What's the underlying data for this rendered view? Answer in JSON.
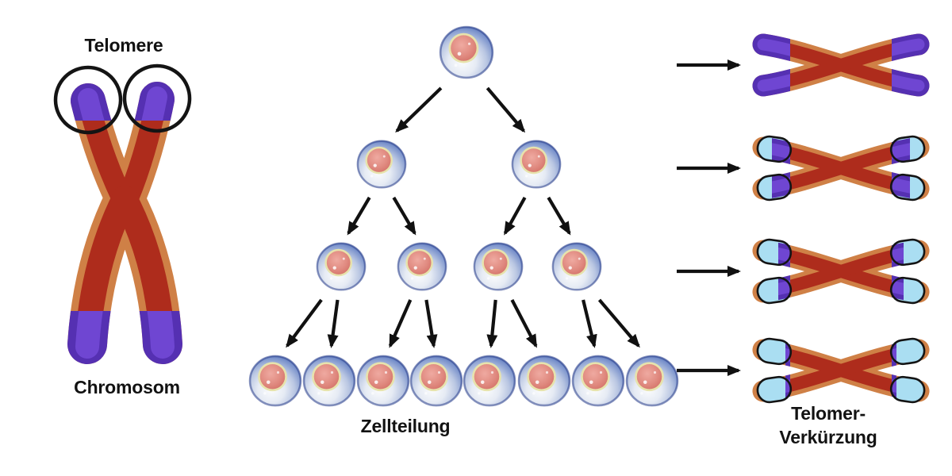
{
  "labels": {
    "telomere": "Telomere",
    "chromosome": "Chromosom",
    "cell_division": "Zellteilung",
    "telomere_shortening": "Telomer-\nVerkürzung"
  },
  "colors": {
    "background": "#ffffff",
    "text": "#121212",
    "arrow": "#111111",
    "outline_black": "#141414",
    "chromosome_body_edge": "#cf8046",
    "chromosome_body_core": "#ae2c1c",
    "telomere_purple": "#5530b2",
    "telomere_purple_light": "#6f46d2",
    "telomere_lost_blue": "#aadef2",
    "cell_membrane": "#4762ac",
    "cell_inner": "#e6ebf4",
    "nucleus": "#df8a80",
    "nucleus_ring": "#e7e3ac"
  },
  "diagram": {
    "left_chromosome": {
      "telomere_caps": 4,
      "highlighted_telomeres": 2
    },
    "cell_tree": {
      "rows": [
        1,
        2,
        4,
        8
      ]
    },
    "shortening_stages": [
      {
        "stage": 1,
        "telomere_fraction": 1.0
      },
      {
        "stage": 2,
        "telomere_fraction": 0.68
      },
      {
        "stage": 3,
        "telomere_fraction": 0.45
      },
      {
        "stage": 4,
        "telomere_fraction": 0.18
      }
    ]
  }
}
